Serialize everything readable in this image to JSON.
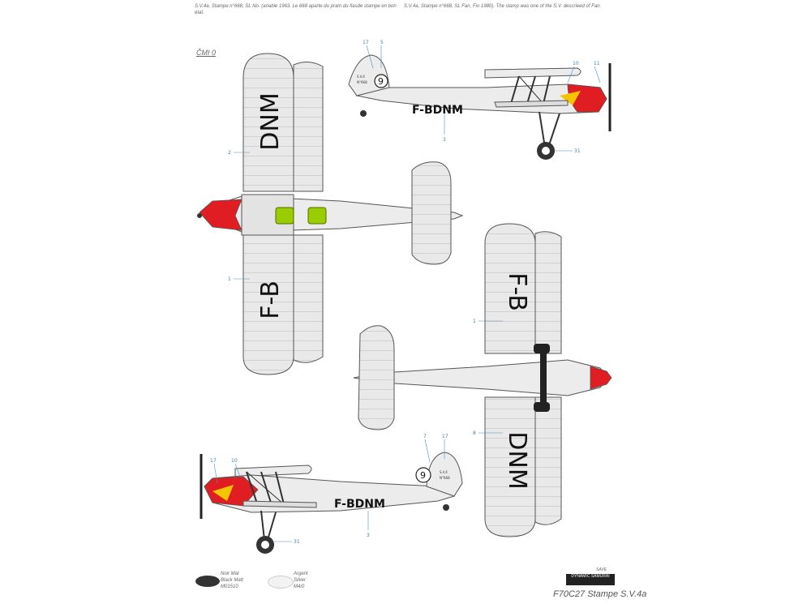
{
  "captions": {
    "left": "S.V.4a, Stampe n°668, SL No. (ariable 1963. Le 668 aparte du pram du fiasde stampe en bon état.",
    "right": "S.V.4a, Stampe n°668, SL Fan, Fio 1980). The stamp was one of the S.V. descrieed of Fan."
  },
  "view_tag": "ČMI 0",
  "registration": {
    "full": "F-BDNM",
    "wing_a": "DNM",
    "wing_b": "F-B",
    "race_number": "9",
    "fin_text_1": "S.V.4",
    "fin_text_2": "N°668"
  },
  "callouts": {
    "top_side": [
      "17",
      "5",
      "10",
      "11",
      "3",
      "31"
    ],
    "top_plan": [
      "2",
      "1"
    ],
    "under_plan": [
      "1",
      "8"
    ],
    "bottom_side": [
      "17",
      "10",
      "7",
      "17",
      "3",
      "31"
    ]
  },
  "legend": [
    {
      "swatch": "dark",
      "text1": "Noir Mat",
      "text2": "Black Matt",
      "text3": "M01510"
    },
    {
      "swatch": "light",
      "text1": "Argent",
      "text2": "Silver",
      "text3": "M4/0"
    }
  ],
  "footer": {
    "code": "F70C27 Stampe S.V.4a",
    "page_no": "SAVE",
    "logo": "DYNAMIC SAMURAI"
  },
  "colors": {
    "red": "#e01d22",
    "silver": "#e8e8e8",
    "outline": "#555555",
    "green": "#9acd00",
    "yellow": "#f5c400",
    "callout": "#4a90c0"
  }
}
